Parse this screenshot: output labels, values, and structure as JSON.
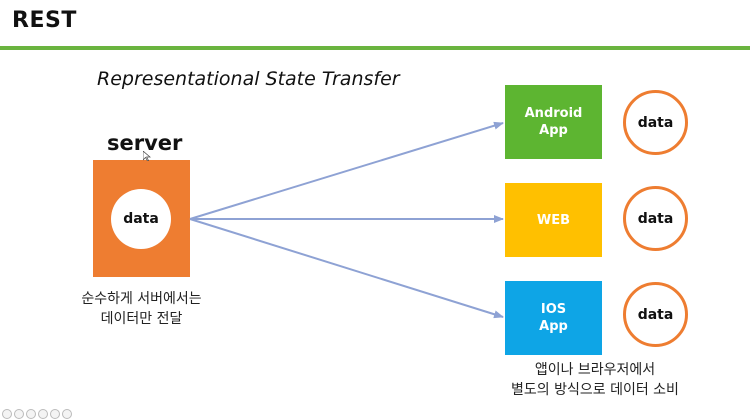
{
  "slide": {
    "title": "REST",
    "subtitle": "Representational State Transfer"
  },
  "server": {
    "label": "server",
    "data_label": "data",
    "caption_line1": "순수하게 서버에서는",
    "caption_line2": "데이터만 전달"
  },
  "clients": [
    {
      "label": "Android\nApp",
      "data_label": "data",
      "color": "#5db531"
    },
    {
      "label": "WEB",
      "data_label": "data",
      "color": "#ffc000"
    },
    {
      "label": "IOS\nApp",
      "data_label": "data",
      "color": "#0ea5e6"
    }
  ],
  "clients_caption": {
    "line1": "앱이나 브라우저에서",
    "line2": "별도의 방식으로 데이터 소비"
  },
  "colors": {
    "accent_rule": "#6ab43f",
    "server_box": "#ee7d31",
    "data_circle_border": "#ee7d31",
    "arrow": "#8ea2d4"
  }
}
